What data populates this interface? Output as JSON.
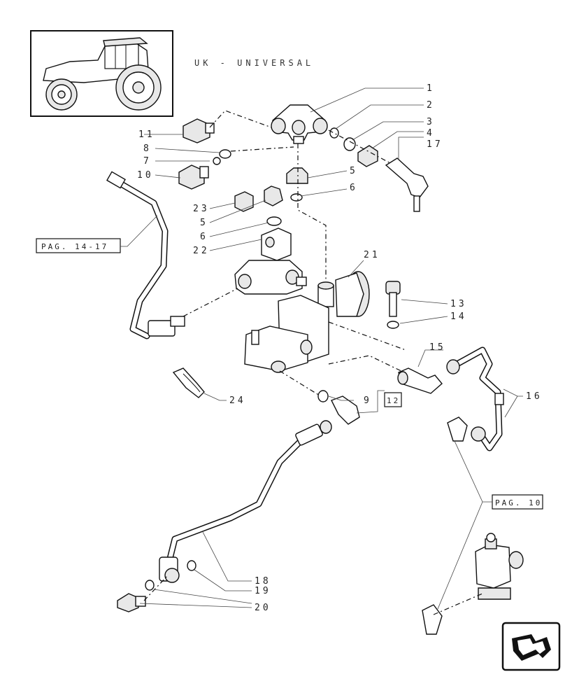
{
  "header": {
    "title": "UK - UNIVERSAL"
  },
  "thumbnail": {
    "icon": "tractor-icon"
  },
  "callouts": [
    {
      "id": "c1",
      "label": "1"
    },
    {
      "id": "c2",
      "label": "2"
    },
    {
      "id": "c3",
      "label": "3"
    },
    {
      "id": "c4",
      "label": "4"
    },
    {
      "id": "c17",
      "label": "17"
    },
    {
      "id": "c11",
      "label": "11"
    },
    {
      "id": "c8",
      "label": "8"
    },
    {
      "id": "c7",
      "label": "7"
    },
    {
      "id": "c10",
      "label": "10"
    },
    {
      "id": "c5a",
      "label": "5"
    },
    {
      "id": "c6a",
      "label": "6"
    },
    {
      "id": "c23",
      "label": "23"
    },
    {
      "id": "c5b",
      "label": "5"
    },
    {
      "id": "c6b",
      "label": "6"
    },
    {
      "id": "c22",
      "label": "22"
    },
    {
      "id": "c21",
      "label": "21"
    },
    {
      "id": "c13",
      "label": "13"
    },
    {
      "id": "c14",
      "label": "14"
    },
    {
      "id": "c15",
      "label": "15"
    },
    {
      "id": "c16",
      "label": "16"
    },
    {
      "id": "c24",
      "label": "24"
    },
    {
      "id": "c9",
      "label": "9"
    },
    {
      "id": "c18",
      "label": "18"
    },
    {
      "id": "c19",
      "label": "19"
    },
    {
      "id": "c20",
      "label": "20"
    }
  ],
  "page_refs": [
    {
      "id": "ref-14-17",
      "label": "PAG. 14-17"
    },
    {
      "id": "ref-12",
      "label": "12"
    },
    {
      "id": "ref-10",
      "label": "PAG. 10"
    }
  ],
  "nav": {
    "icon": "next-page-arrow-icon"
  }
}
